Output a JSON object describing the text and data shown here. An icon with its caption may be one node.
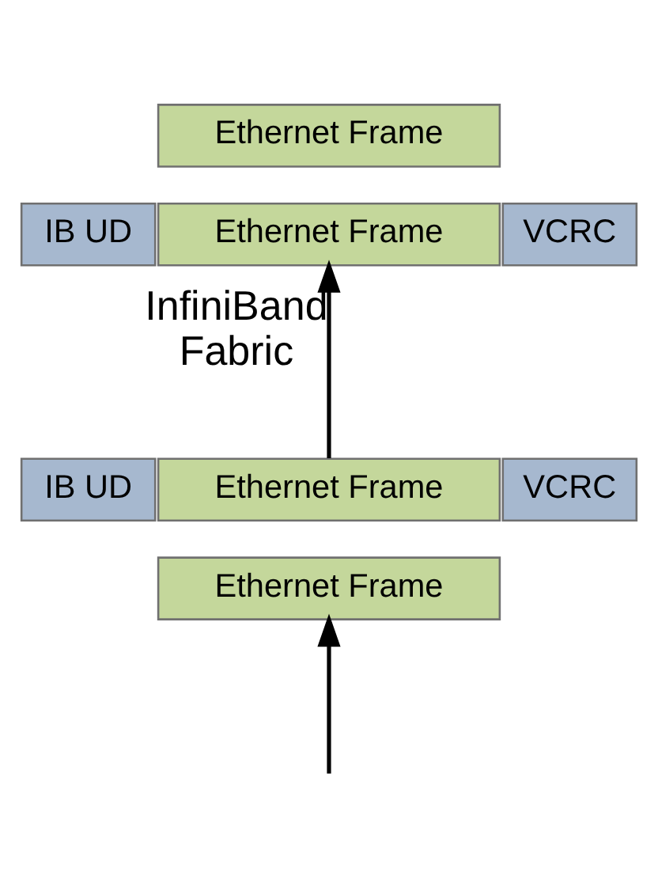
{
  "diagram": {
    "nodes": [
      {
        "text": [
          "Ethernet Frame"
        ]
      },
      {
        "text": [
          "IB UD"
        ]
      },
      {
        "text": [
          "Ethernet Frame"
        ]
      },
      {
        "text": [
          "VCRC"
        ]
      },
      {
        "text": [
          "IB UD"
        ]
      },
      {
        "text": [
          "Ethernet Frame"
        ]
      },
      {
        "text": [
          "VCRC"
        ]
      },
      {
        "text": [
          "Ethernet Frame"
        ]
      }
    ],
    "edges": [
      {
        "from": 5,
        "to": 2,
        "arrow": "to",
        "label": "InfiniBand Fabric"
      },
      {
        "from": null,
        "to": 7,
        "arrow": "to"
      }
    ]
  }
}
